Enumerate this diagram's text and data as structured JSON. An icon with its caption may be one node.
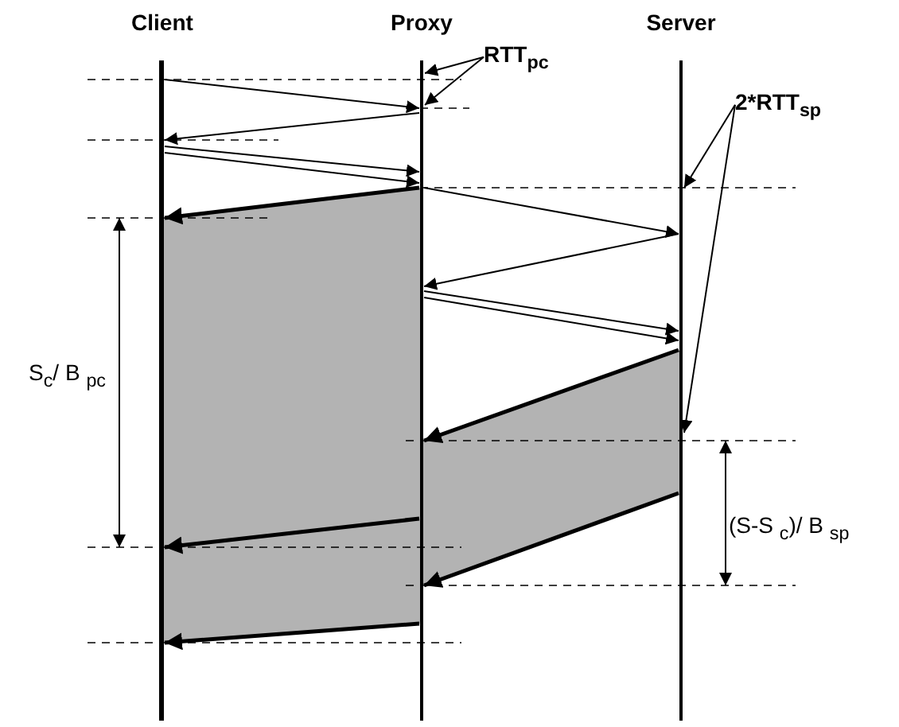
{
  "diagram": {
    "nodes": [
      {
        "text": [
          "Client"
        ]
      },
      {
        "text": [
          "Proxy"
        ]
      },
      {
        "text": [
          "Server"
        ]
      },
      {
        "text": [
          "RTT$_{pc}$"
        ]
      },
      {
        "text": [
          "2*RTT$_{sp}$"
        ]
      }
    ],
    "edges": [
      {
        "from": 0,
        "to": 1,
        "arrow": "to"
      },
      {
        "from": 1,
        "to": 0,
        "arrow": "to"
      },
      {
        "from": 0,
        "to": 1,
        "arrow": "to"
      },
      {
        "from": 0,
        "to": 1,
        "arrow": "to"
      },
      {
        "from": 1,
        "to": 0,
        "arrow": "to",
        "style": "thick"
      },
      {
        "from": 1,
        "to": 2,
        "arrow": "to"
      },
      {
        "from": 2,
        "to": 1,
        "arrow": "to"
      },
      {
        "from": 1,
        "to": 2,
        "arrow": "to"
      },
      {
        "from": 1,
        "to": 2,
        "arrow": "to"
      },
      {
        "from": 2,
        "to": 1,
        "arrow": "to",
        "style": "thick"
      },
      {
        "from": 1,
        "to": 0,
        "arrow": "to",
        "style": "thick"
      },
      {
        "from": 2,
        "to": 1,
        "arrow": "to",
        "style": "thick"
      },
      {
        "from": 1,
        "to": 0,
        "arrow": "to",
        "style": "thick"
      },
      {
        "from": 3,
        "to": 1,
        "arrow": "to"
      },
      {
        "from": 3,
        "to": 1,
        "arrow": "to"
      },
      {
        "from": 4,
        "to": 2,
        "arrow": "to"
      },
      {
        "from": 4,
        "to": 2,
        "arrow": "to"
      }
    ],
    "labels": [
      "S$_{c}$/ B $_{pc}$",
      "(S-S $_{c}$)/ B $_{sp}$"
    ]
  }
}
